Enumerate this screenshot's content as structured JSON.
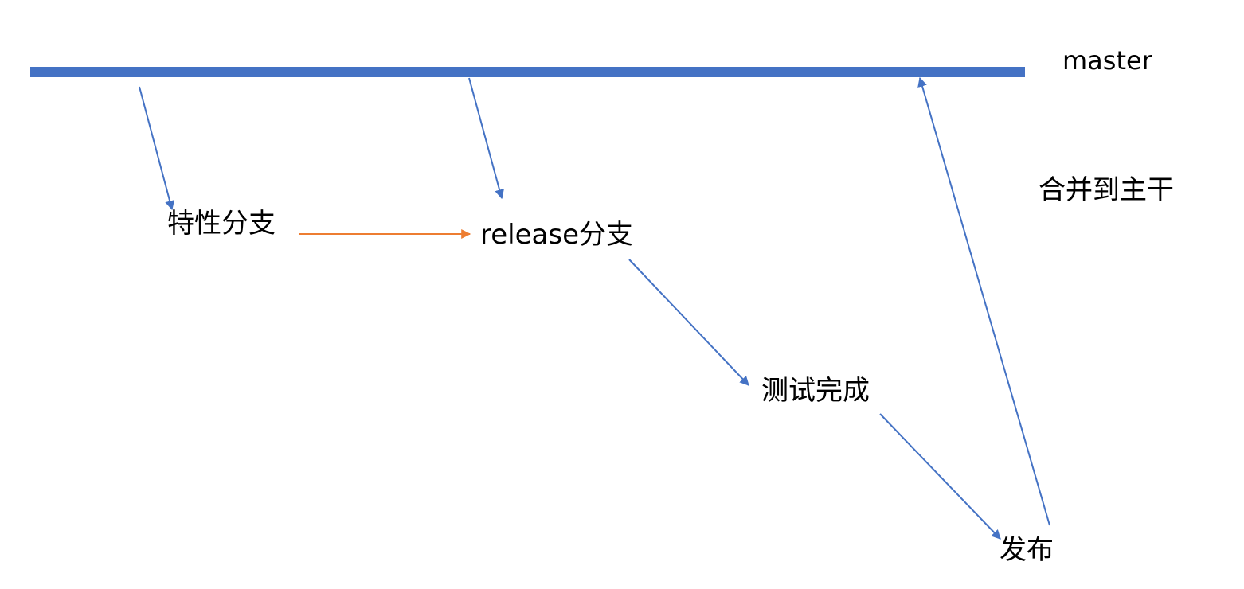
{
  "colors": {
    "flow_arrow": "#4472C4",
    "transfer_arrow": "#ED7D31",
    "master_bar": "#4472C4",
    "text": "#000000"
  },
  "nodes": {
    "master": "master",
    "merge_to_trunk": "合并到主干",
    "feature_branch": "特性分支",
    "release_branch": "release分支",
    "test_done": "测试完成",
    "publish": "发布"
  }
}
